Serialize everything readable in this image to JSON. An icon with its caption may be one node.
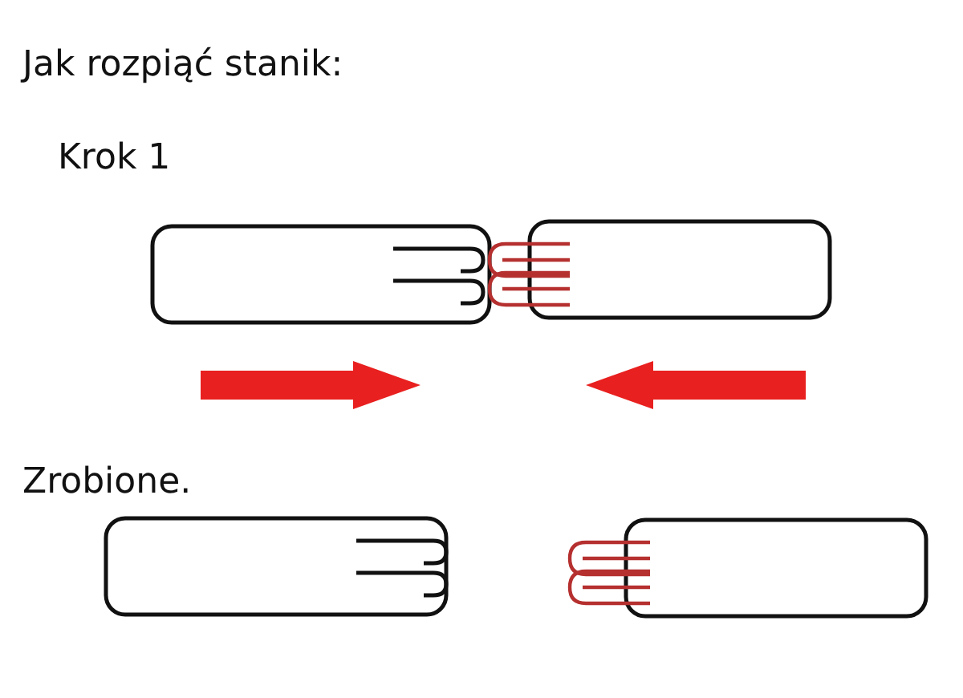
{
  "diagram": {
    "title": "Jak rozpiąć stanik:",
    "labels": [
      "Krok 1",
      "Zrobione."
    ]
  }
}
